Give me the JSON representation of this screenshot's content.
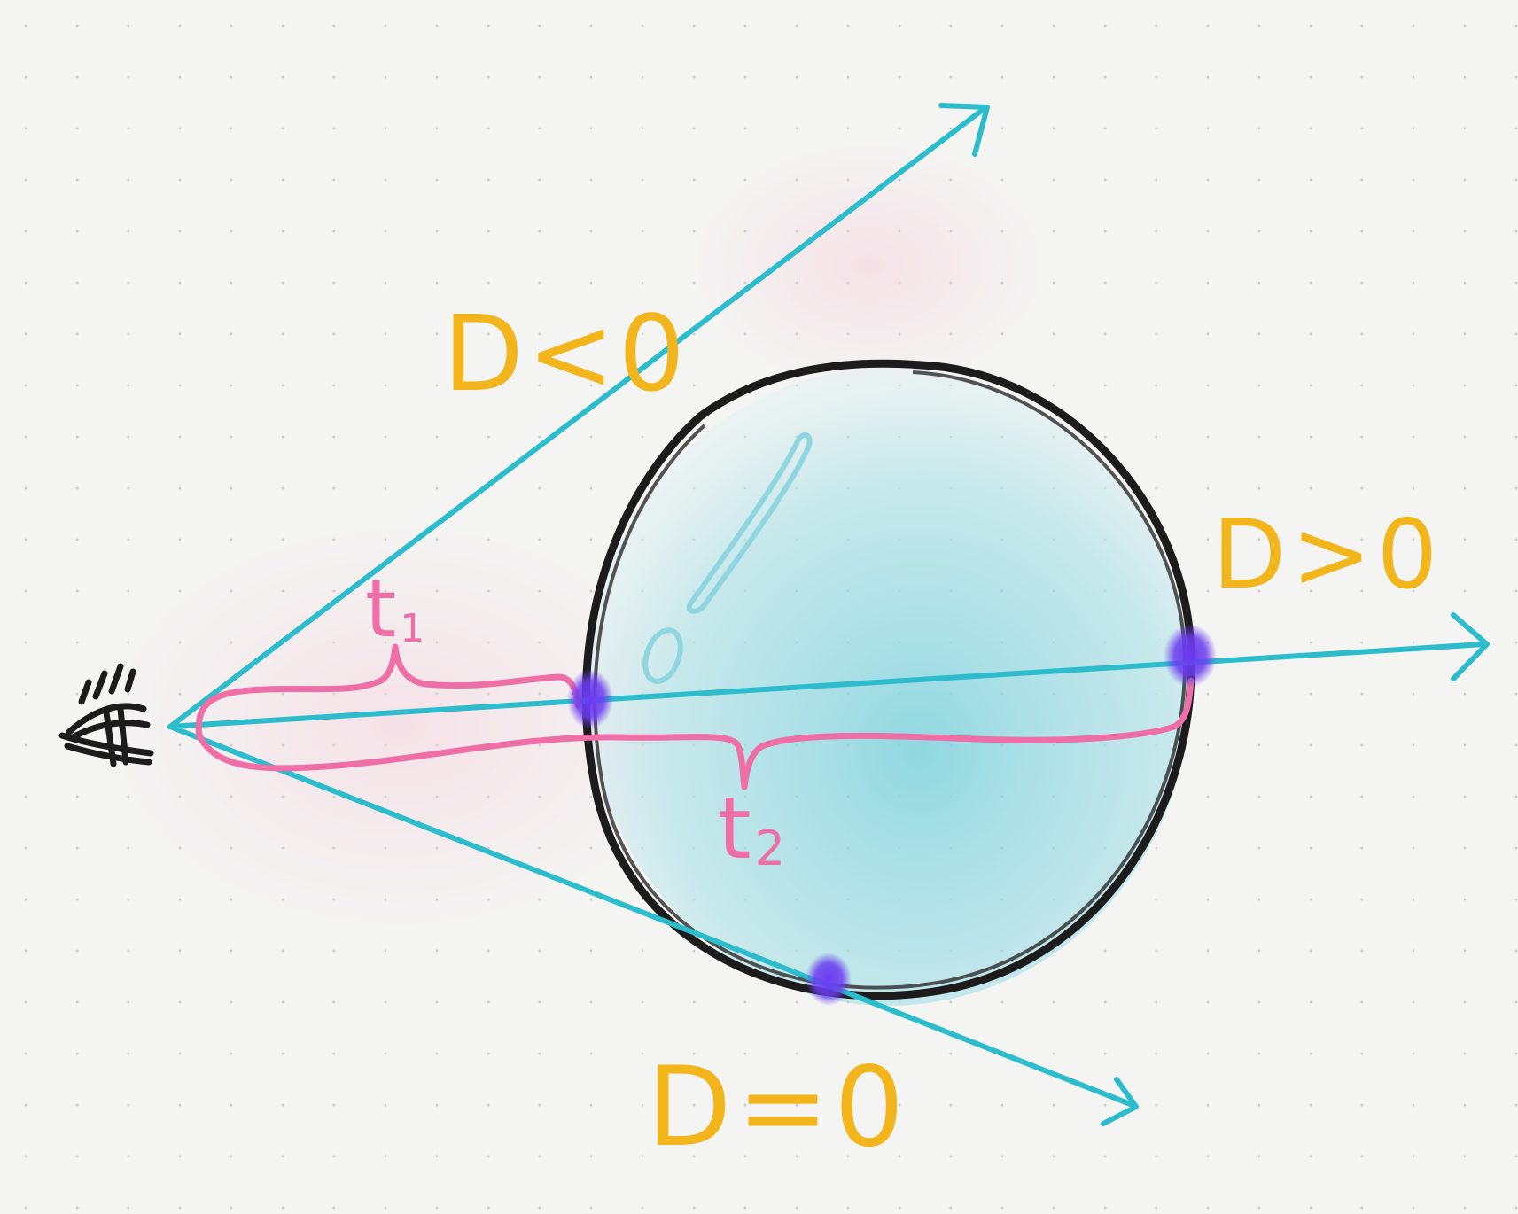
{
  "labels": {
    "d_negative": "D<0",
    "d_positive": "D>0",
    "d_zero": "D=0",
    "t1_base": "t",
    "t1_sub": "1",
    "t2_base": "t",
    "t2_sub": "2"
  },
  "icons": {
    "viewer": "eye-icon"
  },
  "colors": {
    "background": "#f4f4f3",
    "ray": "#2cbccb",
    "sphere_outline": "#1c1c1c",
    "sphere_fill": "#9fdde4",
    "highlight": "#8fd6df",
    "label_yellow": "#f2b61c",
    "bracket_pink": "#ee6fa6",
    "intersection": "#6a3cf0"
  }
}
